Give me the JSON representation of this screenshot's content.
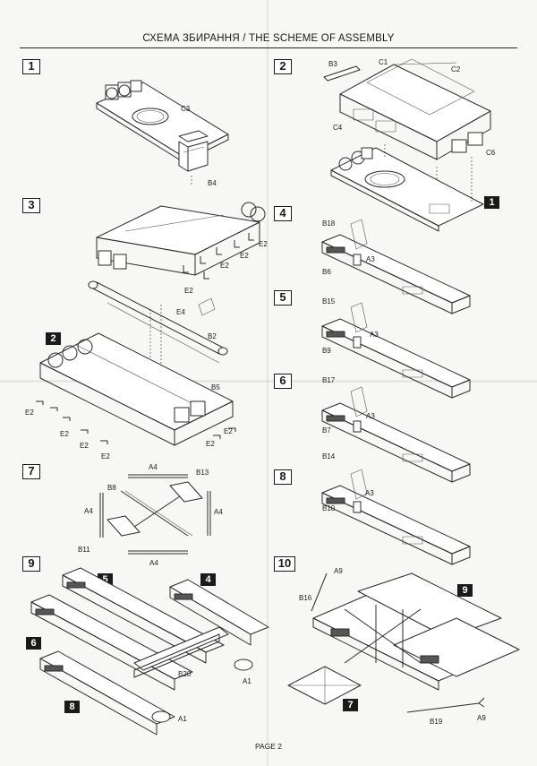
{
  "title": "СХЕМА ЗБИРАННЯ / THE SCHEME OF ASSEMBLY",
  "footer": "PAGE 2",
  "steps": [
    "1",
    "2",
    "3",
    "4",
    "5",
    "6",
    "7",
    "8",
    "9",
    "10"
  ],
  "refs": {
    "s3_ref": "2",
    "s2_ref": "1",
    "s9_5": "5",
    "s9_4": "4",
    "s9_6": "6",
    "s9_8": "8",
    "s10_9": "9",
    "s10_7": "7"
  },
  "labels": {
    "s1_c3": "C3",
    "s1_b4": "B4",
    "s2_b3": "B3",
    "s2_c1": "C1",
    "s2_c2": "C2",
    "s2_c4": "C4",
    "s2_c6": "C6",
    "s3_e2_a": "E2",
    "s3_e2_b": "E2",
    "s3_e2_c": "E2",
    "s3_e2_d": "E2",
    "s3_e4": "E4",
    "s3_b2": "B2",
    "s3_b5": "B5",
    "s3_e2_e": "E2",
    "s3_e2_f": "E2",
    "s3_e2_g": "E2",
    "s3_e2_h": "E2",
    "s3_e2_i": "E2",
    "s3_e2_j": "E2",
    "s4_b18": "B18",
    "s4_a3": "A3",
    "s4_b6": "B6",
    "s5_b15": "B15",
    "s5_a3": "A3",
    "s5_b9": "B9",
    "s6_b17": "B17",
    "s6_a3": "A3",
    "s6_b7": "B7",
    "s7_a4_top": "A4",
    "s7_b13": "B13",
    "s7_b8": "B8",
    "s7_a4_left": "A4",
    "s7_a4_right": "A4",
    "s7_b11": "B11",
    "s7_a4_bottom": "A4",
    "s8_b14": "B14",
    "s8_a3": "A3",
    "s8_b10": "B10",
    "s9_b20": "B20",
    "s9_a1_a": "A1",
    "s9_a1_b": "A1",
    "s10_a9_a": "A9",
    "s10_b16": "B16",
    "s10_b19": "B19",
    "s10_a9_b": "A9"
  }
}
